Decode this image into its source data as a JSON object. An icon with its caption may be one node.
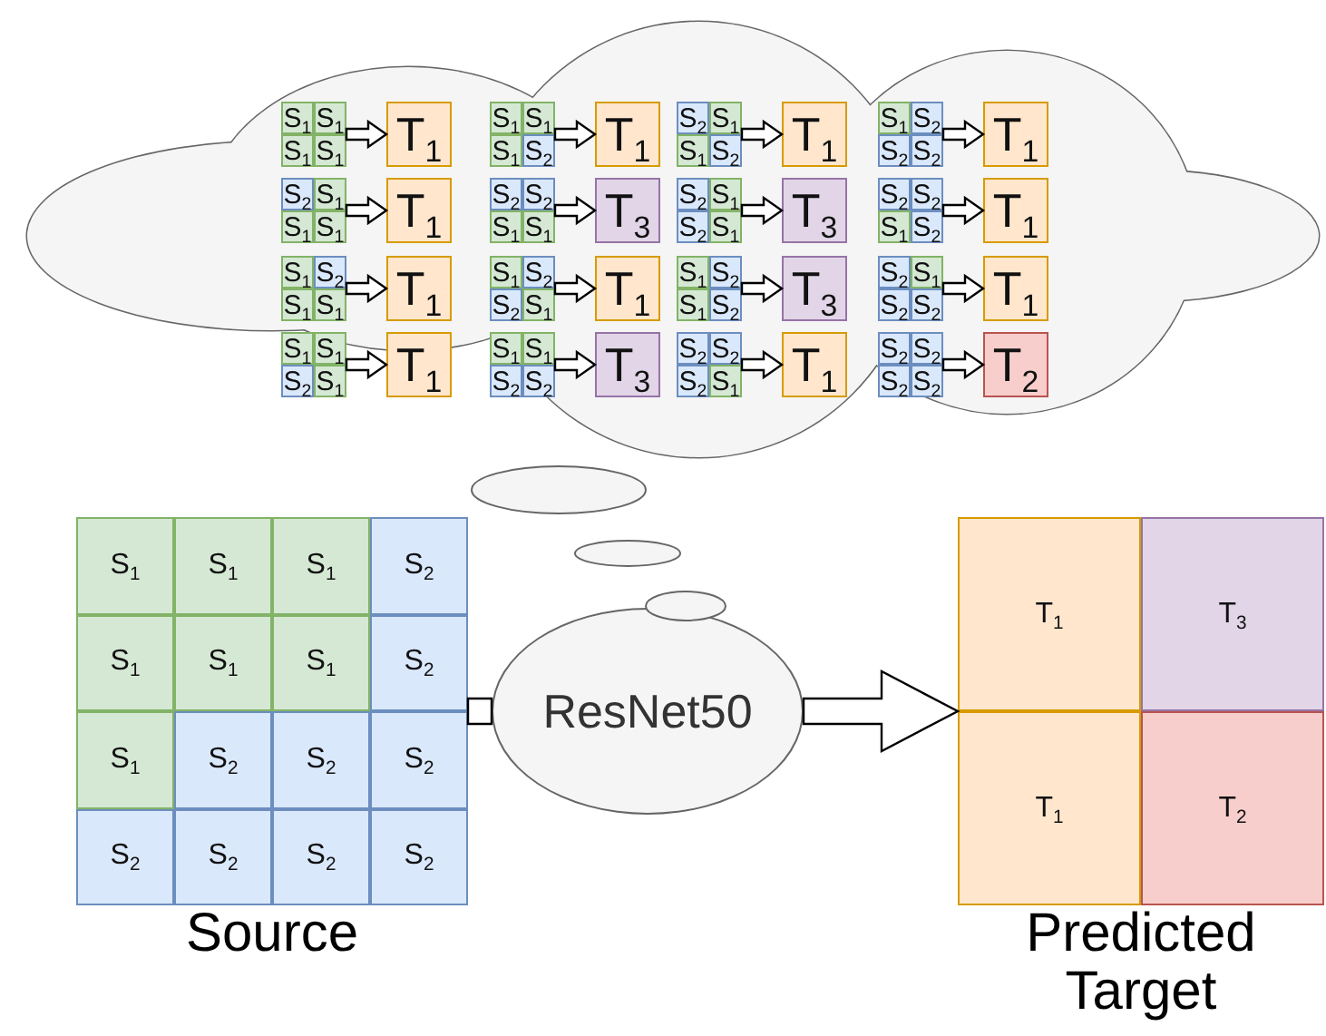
{
  "diagram": {
    "nodes": [
      {
        "text": [
          "Source"
        ]
      },
      {
        "text": [
          "S$_{1}$"
        ],
        "in": 0
      },
      {
        "text": [
          "S$_{1}$"
        ],
        "in": 0
      },
      {
        "text": [
          "S$_{1}$"
        ],
        "in": 0
      },
      {
        "text": [
          "S$_{2}$"
        ],
        "in": 0
      },
      {
        "text": [
          "S$_{1}$"
        ],
        "in": 0
      },
      {
        "text": [
          "S$_{1}$"
        ],
        "in": 0
      },
      {
        "text": [
          "S$_{1}$"
        ],
        "in": 0
      },
      {
        "text": [
          "S$_{2}$"
        ],
        "in": 0
      },
      {
        "text": [
          "S$_{1}$"
        ],
        "in": 0
      },
      {
        "text": [
          "S$_{2}$"
        ],
        "in": 0
      },
      {
        "text": [
          "S$_{2}$"
        ],
        "in": 0
      },
      {
        "text": [
          "S$_{2}$"
        ],
        "in": 0
      },
      {
        "text": [
          "S$_{2}$"
        ],
        "in": 0
      },
      {
        "text": [
          "S$_{2}$"
        ],
        "in": 0
      },
      {
        "text": [
          "S$_{2}$"
        ],
        "in": 0
      },
      {
        "text": [
          "S$_{2}$"
        ],
        "in": 0
      },
      {
        "text": [
          "ResNet50"
        ]
      },
      {
        "text": [
          "Predicted Target"
        ]
      },
      {
        "text": [
          "T$_{1}$"
        ],
        "in": 18
      },
      {
        "text": [
          "T$_{3}$"
        ],
        "in": 18
      },
      {
        "text": [
          "T$_{1}$"
        ],
        "in": 18
      },
      {
        "text": [
          "T$_{2}$"
        ],
        "in": 18
      },
      {
        "text": [],
        "shape": "cloud"
      },
      {
        "text": [],
        "shape": "box",
        "in": 23
      },
      {
        "text": [
          "S$_{1}$"
        ],
        "in": 24
      },
      {
        "text": [
          "S$_{1}$"
        ],
        "in": 24
      },
      {
        "text": [
          "S$_{1}$"
        ],
        "in": 24
      },
      {
        "text": [
          "S$_{1}$"
        ],
        "in": 24
      },
      {
        "text": [
          "T$_{1}$"
        ],
        "in": 23
      },
      {
        "text": [],
        "shape": "box",
        "in": 23
      },
      {
        "text": [
          "S$_{1}$"
        ],
        "in": 30
      },
      {
        "text": [
          "S$_{1}$"
        ],
        "in": 30
      },
      {
        "text": [
          "S$_{1}$"
        ],
        "in": 30
      },
      {
        "text": [
          "S$_{2}$"
        ],
        "in": 30
      },
      {
        "text": [
          "T$_{1}$"
        ],
        "in": 23
      },
      {
        "text": [],
        "shape": "box",
        "in": 23
      },
      {
        "text": [
          "S$_{2}$"
        ],
        "in": 36
      },
      {
        "text": [
          "S$_{1}$"
        ],
        "in": 36
      },
      {
        "text": [
          "S$_{1}$"
        ],
        "in": 36
      },
      {
        "text": [
          "S$_{2}$"
        ],
        "in": 36
      },
      {
        "text": [
          "T$_{1}$"
        ],
        "in": 23
      },
      {
        "text": [],
        "shape": "box",
        "in": 23
      },
      {
        "text": [
          "S$_{1}$"
        ],
        "in": 42
      },
      {
        "text": [
          "S$_{2}$"
        ],
        "in": 42
      },
      {
        "text": [
          "S$_{2}$"
        ],
        "in": 42
      },
      {
        "text": [
          "S$_{2}$"
        ],
        "in": 42
      },
      {
        "text": [
          "T$_{1}$"
        ],
        "in": 23
      },
      {
        "text": [],
        "shape": "box",
        "in": 23
      },
      {
        "text": [
          "S$_{2}$"
        ],
        "in": 48
      },
      {
        "text": [
          "S$_{1}$"
        ],
        "in": 48
      },
      {
        "text": [
          "S$_{1}$"
        ],
        "in": 48
      },
      {
        "text": [
          "S$_{1}$"
        ],
        "in": 48
      },
      {
        "text": [
          "T$_{1}$"
        ],
        "in": 23
      },
      {
        "text": [],
        "shape": "box",
        "in": 23
      },
      {
        "text": [
          "S$_{2}$"
        ],
        "in": 54
      },
      {
        "text": [
          "S$_{2}$"
        ],
        "in": 54
      },
      {
        "text": [
          "S$_{1}$"
        ],
        "in": 54
      },
      {
        "text": [
          "S$_{1}$"
        ],
        "in": 54
      },
      {
        "text": [
          "T$_{3}$"
        ],
        "in": 23
      },
      {
        "text": [],
        "shape": "box",
        "in": 23
      },
      {
        "text": [
          "S$_{2}$"
        ],
        "in": 60
      },
      {
        "text": [
          "S$_{1}$"
        ],
        "in": 60
      },
      {
        "text": [
          "S$_{2}$"
        ],
        "in": 60
      },
      {
        "text": [
          "S$_{1}$"
        ],
        "in": 60
      },
      {
        "text": [
          "T$_{3}$"
        ],
        "in": 23
      },
      {
        "text": [],
        "shape": "box",
        "in": 23
      },
      {
        "text": [
          "S$_{2}$"
        ],
        "in": 66
      },
      {
        "text": [
          "S$_{2}$"
        ],
        "in": 66
      },
      {
        "text": [
          "S$_{1}$"
        ],
        "in": 66
      },
      {
        "text": [
          "S$_{2}$"
        ],
        "in": 66
      },
      {
        "text": [
          "T$_{1}$"
        ],
        "in": 23
      },
      {
        "text": [],
        "shape": "box",
        "in": 23
      },
      {
        "text": [
          "S$_{1}$"
        ],
        "in": 72
      },
      {
        "text": [
          "S$_{2}$"
        ],
        "in": 72
      },
      {
        "text": [
          "S$_{1}$"
        ],
        "in": 72
      },
      {
        "text": [
          "S$_{1}$"
        ],
        "in": 72
      },
      {
        "text": [
          "T$_{1}$"
        ],
        "in": 23
      },
      {
        "text": [],
        "shape": "box",
        "in": 23
      },
      {
        "text": [
          "S$_{1}$"
        ],
        "in": 78
      },
      {
        "text": [
          "S$_{2}$"
        ],
        "in": 78
      },
      {
        "text": [
          "S$_{2}$"
        ],
        "in": 78
      },
      {
        "text": [
          "S$_{1}$"
        ],
        "in": 78
      },
      {
        "text": [
          "T$_{1}$"
        ],
        "in": 23
      },
      {
        "text": [],
        "shape": "box",
        "in": 23
      },
      {
        "text": [
          "S$_{1}$"
        ],
        "in": 84
      },
      {
        "text": [
          "S$_{2}$"
        ],
        "in": 84
      },
      {
        "text": [
          "S$_{1}$"
        ],
        "in": 84
      },
      {
        "text": [
          "S$_{2}$"
        ],
        "in": 84
      },
      {
        "text": [
          "T$_{3}$"
        ],
        "in": 23
      },
      {
        "text": [],
        "shape": "box",
        "in": 23
      },
      {
        "text": [
          "S$_{2}$"
        ],
        "in": 90
      },
      {
        "text": [
          "S$_{1}$"
        ],
        "in": 90
      },
      {
        "text": [
          "S$_{2}$"
        ],
        "in": 90
      },
      {
        "text": [
          "S$_{2}$"
        ],
        "in": 90
      },
      {
        "text": [
          "T$_{1}$"
        ],
        "in": 23
      },
      {
        "text": [],
        "shape": "box",
        "in": 23
      },
      {
        "text": [
          "S$_{1}$"
        ],
        "in": 96
      },
      {
        "text": [
          "S$_{1}$"
        ],
        "in": 96
      },
      {
        "text": [
          "S$_{2}$"
        ],
        "in": 96
      },
      {
        "text": [
          "S$_{1}$"
        ],
        "in": 96
      },
      {
        "text": [
          "T$_{1}$"
        ],
        "in": 23
      },
      {
        "text": [],
        "shape": "box",
        "in": 23
      },
      {
        "text": [
          "S$_{1}$"
        ],
        "in": 102
      },
      {
        "text": [
          "S$_{1}$"
        ],
        "in": 102
      },
      {
        "text": [
          "S$_{2}$"
        ],
        "in": 102
      },
      {
        "text": [
          "S$_{2}$"
        ],
        "in": 102
      },
      {
        "text": [
          "T$_{3}$"
        ],
        "in": 23
      },
      {
        "text": [],
        "shape": "box",
        "in": 23
      },
      {
        "text": [
          "S$_{2}$"
        ],
        "in": 108
      },
      {
        "text": [
          "S$_{2}$"
        ],
        "in": 108
      },
      {
        "text": [
          "S$_{2}$"
        ],
        "in": 108
      },
      {
        "text": [
          "S$_{1}$"
        ],
        "in": 108
      },
      {
        "text": [
          "T$_{1}$"
        ],
        "in": 23
      },
      {
        "text": [],
        "shape": "box",
        "in": 23
      },
      {
        "text": [
          "S$_{2}$"
        ],
        "in": 114
      },
      {
        "text": [
          "S$_{2}$"
        ],
        "in": 114
      },
      {
        "text": [
          "S$_{2}$"
        ],
        "in": 114
      },
      {
        "text": [
          "S$_{2}$"
        ],
        "in": 114
      },
      {
        "text": [
          "T$_{2}$"
        ],
        "in": 23
      }
    ],
    "edges": [
      {
        "from": 0,
        "to": 17,
        "arrow": "none"
      },
      {
        "from": 17,
        "to": 18,
        "arrow": "to"
      },
      {
        "from": 24,
        "to": 29,
        "arrow": "to"
      },
      {
        "from": 30,
        "to": 35,
        "arrow": "to"
      },
      {
        "from": 36,
        "to": 41,
        "arrow": "to"
      },
      {
        "from": 42,
        "to": 47,
        "arrow": "to"
      },
      {
        "from": 48,
        "to": 53,
        "arrow": "to"
      },
      {
        "from": 54,
        "to": 59,
        "arrow": "to"
      },
      {
        "from": 60,
        "to": 65,
        "arrow": "to"
      },
      {
        "from": 66,
        "to": 71,
        "arrow": "to"
      },
      {
        "from": 72,
        "to": 77,
        "arrow": "to"
      },
      {
        "from": 78,
        "to": 83,
        "arrow": "to"
      },
      {
        "from": 84,
        "to": 89,
        "arrow": "to"
      },
      {
        "from": 90,
        "to": 95,
        "arrow": "to"
      },
      {
        "from": 96,
        "to": 101,
        "arrow": "to"
      },
      {
        "from": 102,
        "to": 107,
        "arrow": "to"
      },
      {
        "from": 108,
        "to": 113,
        "arrow": "to"
      },
      {
        "from": 114,
        "to": 119,
        "arrow": "to"
      }
    ]
  }
}
